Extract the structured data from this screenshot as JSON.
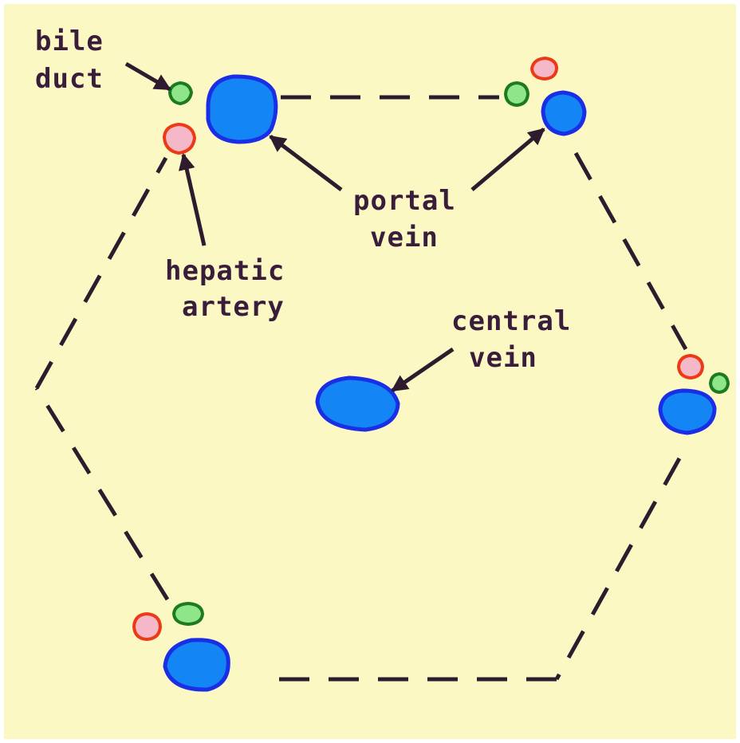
{
  "colors": {
    "background": "#fbf8c4",
    "border": "#ffffff",
    "lobule_outline": "#2e1b2e",
    "text": "#3a1d3a",
    "arrow": "#2e1b2e",
    "portal_vein_fill": "#1385f4",
    "portal_vein_stroke": "#1a2ee6",
    "hepatic_artery_fill": "#f4b8c8",
    "hepatic_artery_stroke": "#ec3a16",
    "bile_duct_fill": "#8fe58a",
    "bile_duct_stroke": "#1d7a1d"
  },
  "labels": {
    "bile_duct": [
      "bile",
      "duct"
    ],
    "portal_vein": [
      "portal",
      "vein"
    ],
    "hepatic_artery": [
      "hepatic",
      "artery"
    ],
    "central_vein": [
      "central",
      "vein"
    ]
  }
}
